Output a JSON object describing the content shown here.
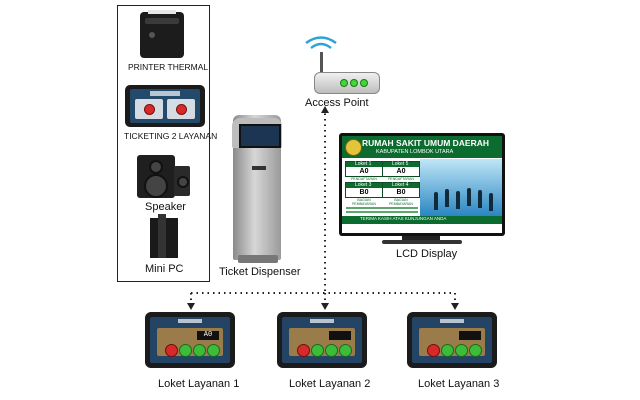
{
  "devices_panel": {
    "printer_label": "PRINTER THERMAL",
    "ticketing_label": "TICKETING 2 LAYANAN",
    "speaker_label": "Speaker",
    "minipc_label": "Mini PC"
  },
  "ticket_dispenser": {
    "label": "Ticket Dispenser"
  },
  "access_point": {
    "label": "Access Point"
  },
  "lcd": {
    "label": "LCD Display",
    "title": "RUMAH SAKIT UMUM DAERAH",
    "subtitle": "KABUPATEN LOMBOK UTARA",
    "footer": "TERIMA KASIH ATAS KUNJUNGAN ANDA",
    "counters": [
      {
        "name": "Loket 1",
        "number": "A0",
        "desc": "PENDAFTARAN"
      },
      {
        "name": "Loket 5",
        "number": "A0",
        "desc": "PENDAFTARAN"
      },
      {
        "name": "Loket 3",
        "number": "B0",
        "desc": "BAGIAN PEMBAYARAN"
      },
      {
        "name": "Loket 4",
        "number": "B0",
        "desc": "BAGIAN PEMBAYARAN"
      }
    ]
  },
  "loket": [
    {
      "label": "Loket Layanan 1",
      "display": "A0"
    },
    {
      "label": "Loket Layanan 2",
      "display": ""
    },
    {
      "label": "Loket Layanan 3",
      "display": ""
    }
  ],
  "colors": {
    "network_line": "#222222",
    "lcd_green": "#0c6b2e",
    "button_red": "#d62a2a",
    "button_green": "#3dbb3a"
  }
}
